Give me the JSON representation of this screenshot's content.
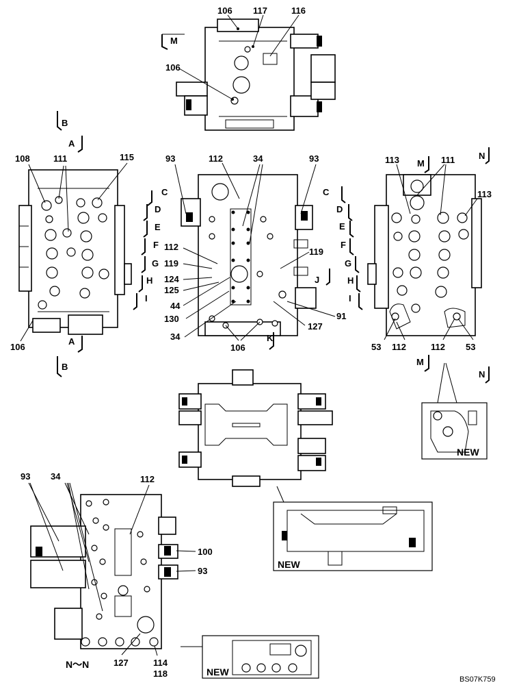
{
  "drawing_code": "BS07K759",
  "views": {
    "top": {
      "labels": [
        "106",
        "117",
        "116",
        "106"
      ],
      "section_mark": "M"
    },
    "left": {
      "labels": [
        "108",
        "111",
        "115",
        "106"
      ],
      "section_marks": [
        "B",
        "A",
        "A",
        "B"
      ]
    },
    "center": {
      "top_labels": [
        "93",
        "112",
        "34",
        "93"
      ],
      "left_labels": [
        "112",
        "119",
        "124",
        "125",
        "44",
        "130",
        "34"
      ],
      "right_labels": [
        "119",
        "91",
        "127"
      ],
      "bottom_labels": [
        "106",
        "K"
      ],
      "section_marks_left": [
        "C",
        "D",
        "E",
        "F",
        "G",
        "H",
        "I"
      ],
      "section_marks_right": [
        "C",
        "D",
        "E",
        "F",
        "G",
        "H",
        "I",
        "J"
      ]
    },
    "right": {
      "labels": [
        "113",
        "111",
        "113",
        "53",
        "112",
        "112",
        "53"
      ],
      "section_marks": [
        "M",
        "N",
        "M",
        "N"
      ]
    },
    "nn": {
      "labels": [
        "93",
        "34",
        "112",
        "100",
        "93",
        "127",
        "114",
        "118"
      ],
      "caption": "N～N"
    }
  },
  "new_tags": [
    "NEW",
    "NEW",
    "NEW"
  ]
}
